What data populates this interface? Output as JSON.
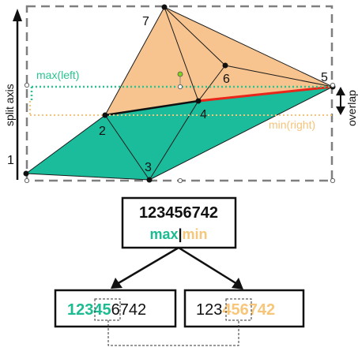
{
  "axis_label": "split axis",
  "overlap_label": "overlap",
  "max_left_label": "max(left)",
  "min_right_label": "min(right)",
  "vertex_labels": [
    "1",
    "2",
    "3",
    "4",
    "5",
    "6",
    "7"
  ],
  "root_node": {
    "sequence": "123456742",
    "max_label": "max",
    "separator": "|",
    "min_label": "min"
  },
  "left_child": {
    "highlight": "12345",
    "rest": "6742"
  },
  "right_child": {
    "prefix": "123",
    "highlight": "456742"
  },
  "colors": {
    "teal": "#1abc9c",
    "peach": "#f7c48f",
    "max_line": "#2bc48f",
    "min_line": "#f5c37a",
    "red_edge": "#e8261a",
    "dash_gray": "#7f7f7f",
    "text_max": "#1dbb91",
    "text_min": "#f7c67a"
  }
}
